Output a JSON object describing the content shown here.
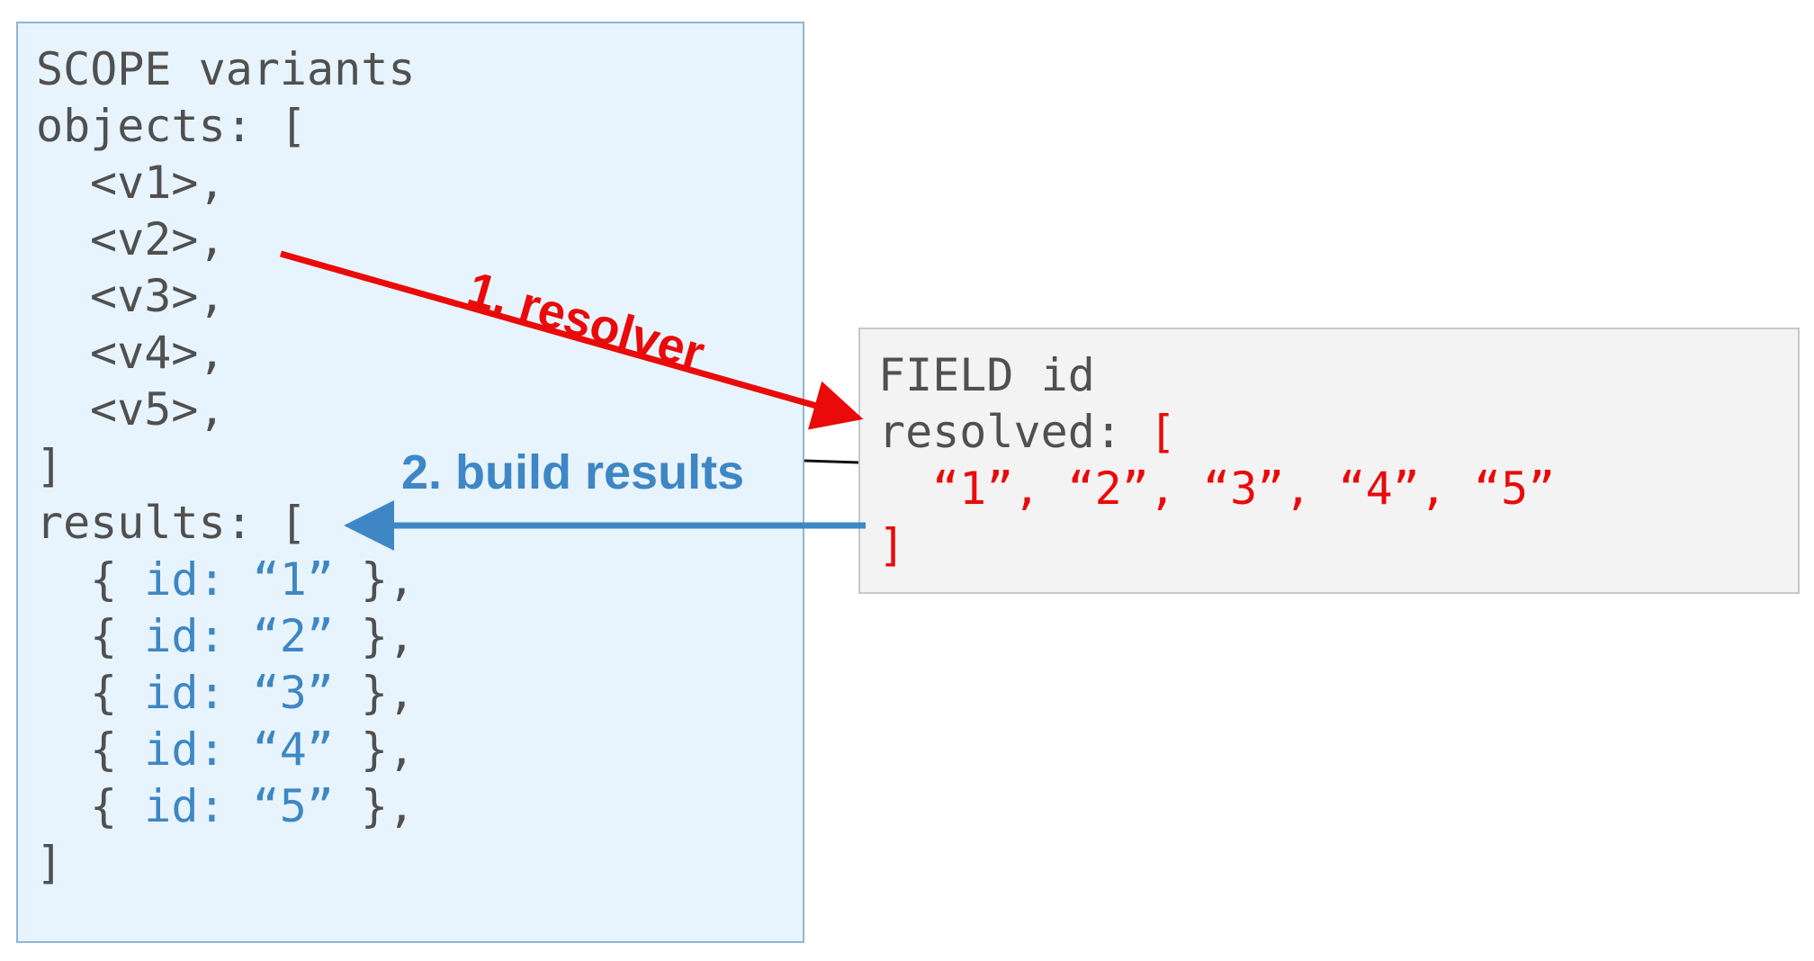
{
  "scope": {
    "title": "SCOPE variants",
    "objects_open": "objects: [",
    "objects": [
      "<v1>,",
      "<v2>,",
      "<v3>,",
      "<v4>,",
      "<v5>,"
    ],
    "objects_close": "]",
    "results_open": "results: [",
    "results": [
      {
        "open": "{ ",
        "value": "id: “1”",
        "close": " },"
      },
      {
        "open": "{ ",
        "value": "id: “2”",
        "close": " },"
      },
      {
        "open": "{ ",
        "value": "id: “3”",
        "close": " },"
      },
      {
        "open": "{ ",
        "value": "id: “4”",
        "close": " },"
      },
      {
        "open": "{ ",
        "value": "id: “5”",
        "close": " },"
      }
    ],
    "results_close": "]"
  },
  "field": {
    "title": "FIELD id",
    "resolved_label": "resolved: ",
    "resolved_open": "[",
    "values": "“1”, “2”, “3”, “4”, “5”",
    "resolved_close": "]"
  },
  "arrows": {
    "resolver_label": "1. resolver",
    "build_label": "2. build results"
  },
  "colors": {
    "scope_bg": "#e8f4fd",
    "field_bg": "#f3f3f3",
    "resolver": "#ea0a0a",
    "build": "#3e87c4",
    "code_text": "#505050"
  }
}
